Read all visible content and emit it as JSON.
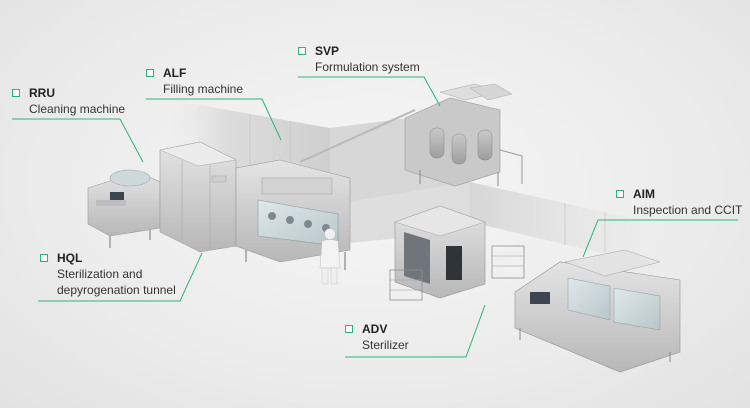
{
  "accent": "#2bb673",
  "callouts": {
    "rru": {
      "code": "RRU",
      "desc": "Cleaning machine"
    },
    "alf": {
      "code": "ALF",
      "desc": "Filling machine"
    },
    "svp": {
      "code": "SVP",
      "desc": "Formulation system"
    },
    "aim": {
      "code": "AIM",
      "desc": "Inspection and CCIT"
    },
    "hql": {
      "code": "HQL",
      "desc_line1": "Sterilization and",
      "desc_line2": "depyrogenation tunnel"
    },
    "adv": {
      "code": "ADV",
      "desc": "Sterilizer"
    }
  }
}
